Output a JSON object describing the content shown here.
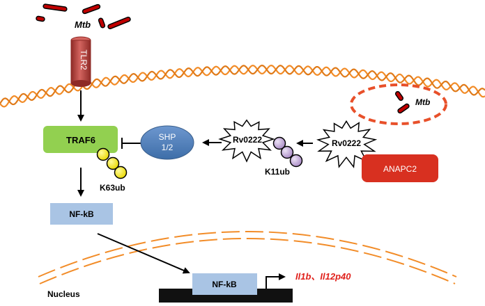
{
  "labels": {
    "mtb_top": "Mtb",
    "mtb_vacuole": "Mtb",
    "tlr2": "TLR2",
    "traf6": "TRAF6",
    "k63ub": "K63ub",
    "shp": [
      "SHP",
      "1/2"
    ],
    "rv0222_left": "Rv0222",
    "rv0222_right": "Rv0222",
    "k11ub": "K11ub",
    "anapc2": "ANAPC2",
    "nfkb_cyto": "NF-kB",
    "nfkb_nuc": "NF-kB",
    "genes": "Il1b、Il12p40",
    "nucleus": "Nucleus"
  },
  "colors": {
    "membrane": "#f28c28",
    "tlr2": "#c0504d",
    "traf6": "#92d050",
    "shp": "#4f81bd",
    "nfkb": "#a9c4e4",
    "anapc2": "#d83020",
    "mtb_rod": "#c00000",
    "vacuole": "#e8502a",
    "ub_yellow": "#f3e600",
    "ub_purple": "#c9b4dc",
    "gene_text": "#e0201b",
    "dna": "#111111"
  }
}
